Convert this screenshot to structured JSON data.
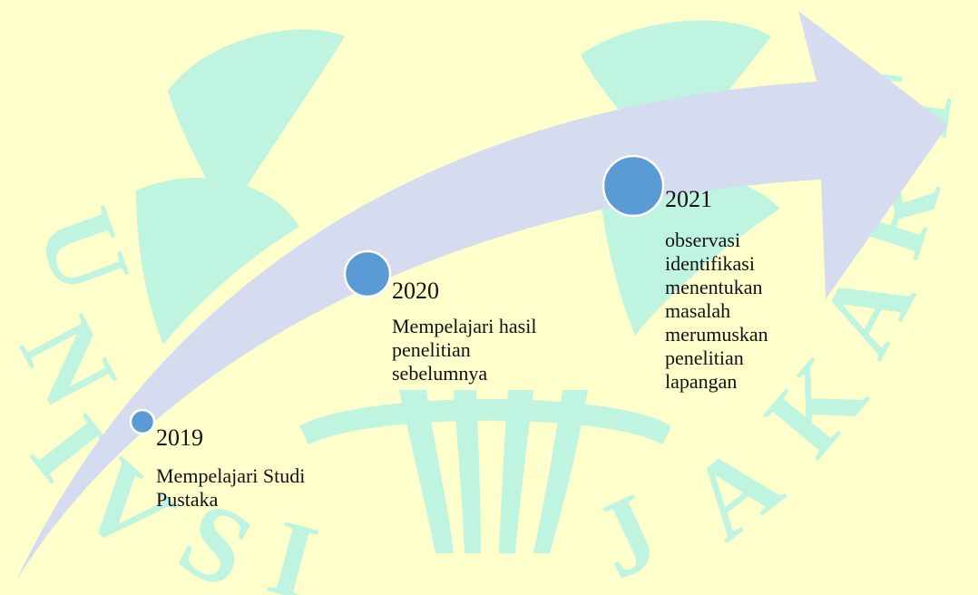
{
  "colors": {
    "background": "#FFFFCC",
    "watermark": "#BFF5E0",
    "arrow": "#D6DCEF",
    "dot": "#5B9BD5",
    "dot_border": "#FFFFFF"
  },
  "timeline": [
    {
      "year": "2019",
      "description": "Mempelajari Studi\nPustaka"
    },
    {
      "year": "2020",
      "description": "Mempelajari hasil\npenelitian\nsebelumnya"
    },
    {
      "year": "2021",
      "description": "observasi\nidentifikasi\nmenentukan\nmasalah\nmerumuskan\npenelitian\nlapangan"
    }
  ]
}
